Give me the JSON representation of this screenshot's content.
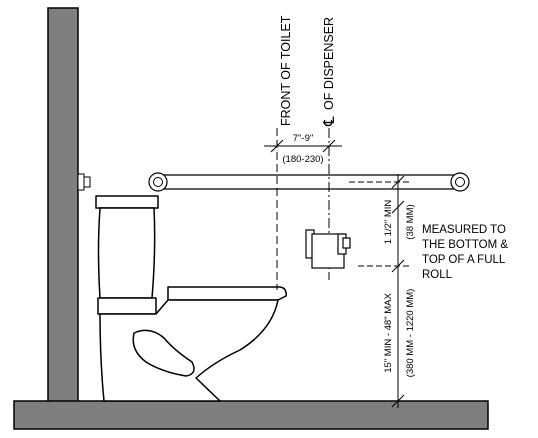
{
  "labels": {
    "front_of_toilet": "FRONT OF TOILET",
    "cl_symbol": "℄",
    "of_dispenser": "OF DISPENSER",
    "offset_imperial": "7\"-9\"",
    "offset_metric": "(180-230)",
    "gap_imperial": "1 1/2\" MIN",
    "gap_metric": "(38 MM)",
    "height_imperial": "15\" MIN - 48\" MAX",
    "height_metric": "(380 MM - 1220 MM)",
    "note_lines": [
      "MEASURED TO",
      "THE BOTTOM &",
      "TOP OF A FULL",
      "ROLL"
    ]
  },
  "colors": {
    "wall_fill": "#7f7f7f",
    "floor_fill": "#7f7f7f",
    "line": "#000000",
    "fixture_fill": "#ffffff"
  }
}
